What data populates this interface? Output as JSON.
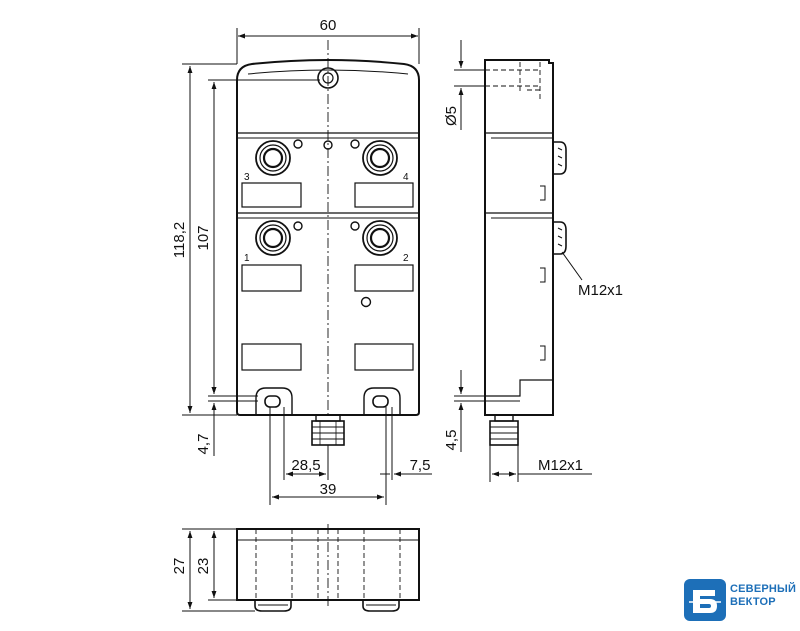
{
  "dimensions": {
    "width_60": "60",
    "height_118_2": "118,2",
    "height_107": "107",
    "offset_4_7": "4,7",
    "spacing_28_5": "28,5",
    "spacing_7_5": "7,5",
    "spacing_39": "39",
    "diameter_5": "Ø5",
    "offset_4_5": "4,5",
    "depth_27": "27",
    "depth_23": "23"
  },
  "labels": {
    "thread_side": "M12x1",
    "thread_bottom": "M12x1"
  },
  "ports": [
    "1",
    "2",
    "3",
    "4"
  ],
  "brand": {
    "line1": "СЕВЕРНЫЙ",
    "line2": "ВЕКТОР",
    "color": "#1d6fb8"
  }
}
